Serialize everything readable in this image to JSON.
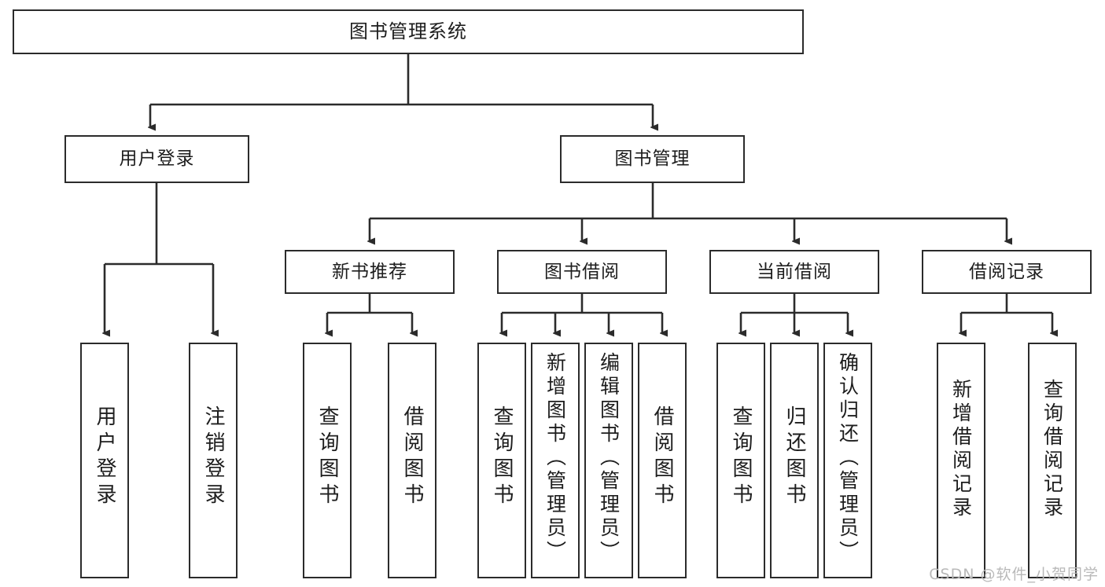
{
  "diagram": {
    "title": "图书管理系统",
    "watermark": "CSDN @软件_小贺同学",
    "colors": {
      "background": "#ffffff",
      "box_border": "#2b2b2b",
      "box_fill": "#ffffff",
      "connector": "#2b2b2b",
      "text": "#1d1d1d",
      "watermark": "#b9b9b9"
    },
    "levels": {
      "level1": [
        "图书管理系统"
      ],
      "level2": [
        "用户登录",
        "图书管理"
      ],
      "level3": [
        "新书推荐",
        "图书借阅",
        "当前借阅",
        "借阅记录"
      ]
    },
    "nodes": {
      "root": "图书管理系统",
      "user_login": "用户登录",
      "book_manage": "图书管理",
      "new_book_rec": "新书推荐",
      "book_borrow": "图书借阅",
      "current_borrow": "当前借阅",
      "borrow_record": "借阅记录",
      "leaf_user_login": "用户登录",
      "leaf_user_logout": "注销登录",
      "leaf_query_book_1": "查询图书",
      "leaf_borrow_book_1": "借阅图书",
      "leaf_query_book_2": "查询图书",
      "leaf_add_book": "新增图书（管理员）",
      "leaf_edit_book": "编辑图书（管理员）",
      "leaf_borrow_book_2": "借阅图书",
      "leaf_query_book_3": "查询图书",
      "leaf_return_book": "归还图书",
      "leaf_confirm_return": "确认归还（管理员）",
      "leaf_add_record": "新增借阅记录",
      "leaf_query_record": "查询借阅记录"
    }
  }
}
